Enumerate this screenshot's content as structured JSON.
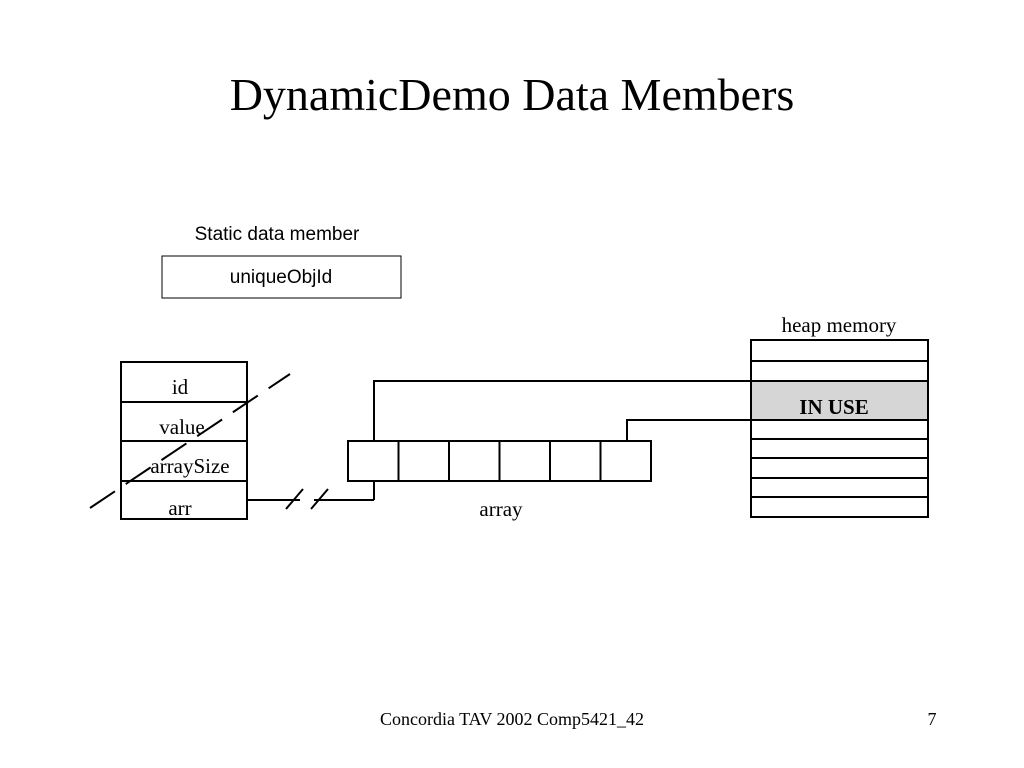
{
  "slide": {
    "title": "DynamicDemo Data Members",
    "footer": "Concordia TAV 2002 Comp5421_42",
    "page_number": "7"
  },
  "static_member": {
    "caption": "Static data member",
    "name": "uniqueObjId"
  },
  "object": {
    "fields": [
      "id",
      "value",
      "arraySize",
      "arr"
    ]
  },
  "array": {
    "label": "array",
    "cell_count": 6
  },
  "heap": {
    "label": "heap memory",
    "in_use_label": "IN USE"
  },
  "colors": {
    "in_use_fill": "#d6d6d6"
  }
}
